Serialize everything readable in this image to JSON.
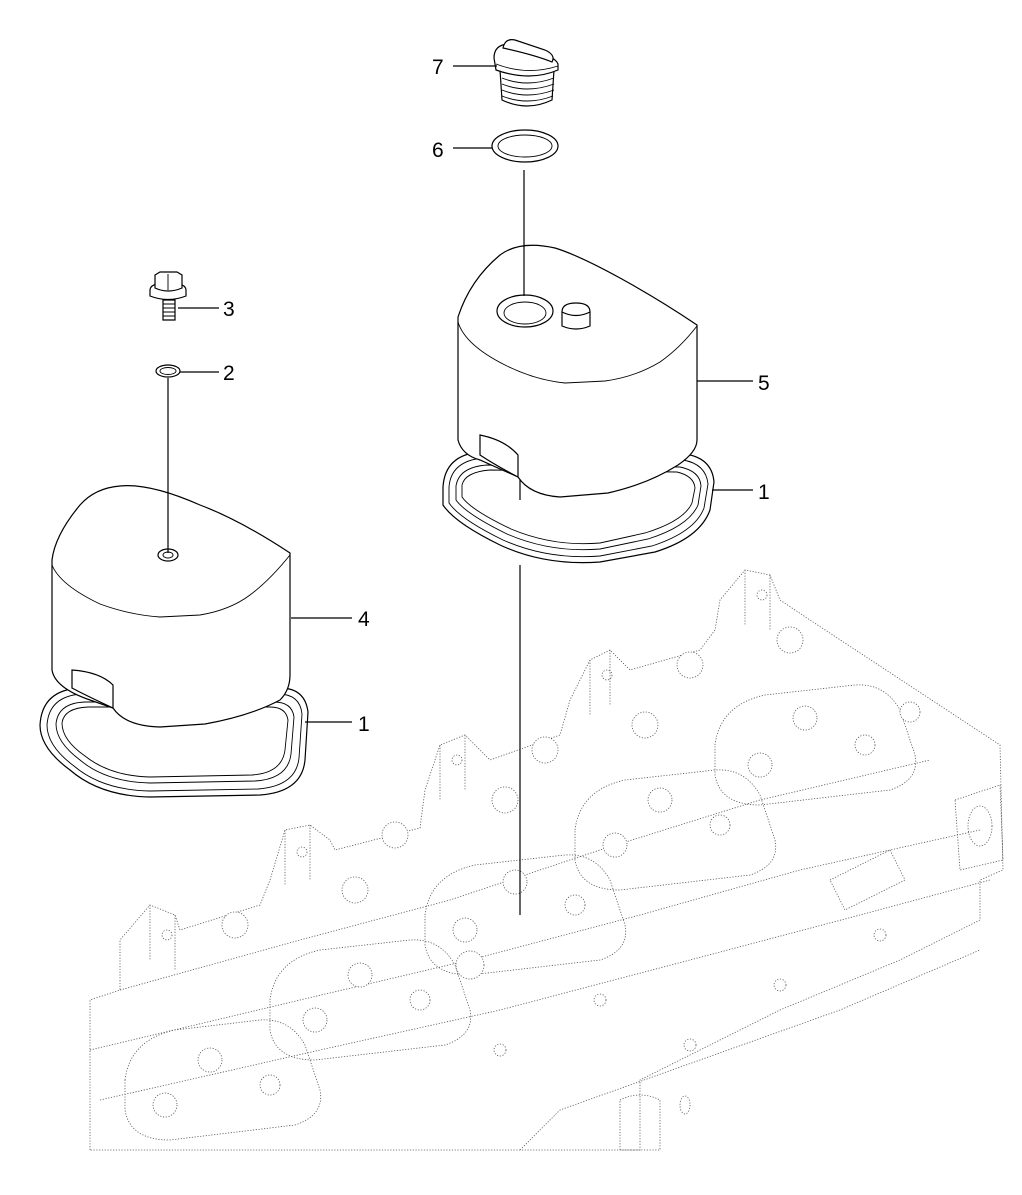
{
  "diagram": {
    "callouts": [
      {
        "id": "c7",
        "label": "7",
        "part": "oil-filler-cap"
      },
      {
        "id": "c6",
        "label": "6",
        "part": "o-ring-large"
      },
      {
        "id": "c3",
        "label": "3",
        "part": "bolt"
      },
      {
        "id": "c2",
        "label": "2",
        "part": "o-ring-small"
      },
      {
        "id": "c5",
        "label": "5",
        "part": "cylinder-head-cover-with-filler"
      },
      {
        "id": "c1a",
        "label": "1",
        "part": "gasket-right"
      },
      {
        "id": "c4",
        "label": "4",
        "part": "cylinder-head-cover"
      },
      {
        "id": "c1b",
        "label": "1",
        "part": "gasket-left"
      }
    ]
  }
}
